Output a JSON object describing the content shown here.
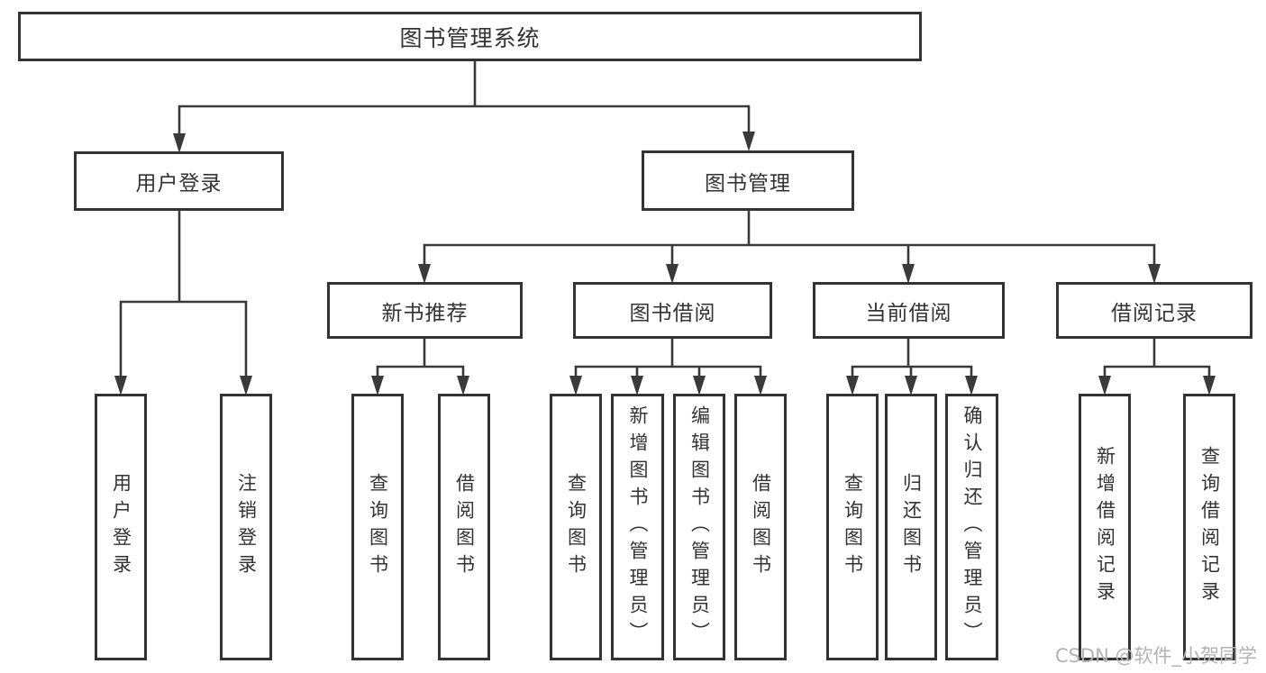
{
  "diagram": {
    "root": {
      "label": "图书管理系统"
    },
    "branches": [
      {
        "label": "用户登录",
        "children": [
          {
            "label": "用户登录"
          },
          {
            "label": "注销登录"
          }
        ]
      },
      {
        "label": "图书管理",
        "children": [
          {
            "label": "新书推荐",
            "children": [
              {
                "label": "查询图书"
              },
              {
                "label": "借阅图书"
              }
            ]
          },
          {
            "label": "图书借阅",
            "children": [
              {
                "label": "查询图书"
              },
              {
                "label": "新增图书（管理员）"
              },
              {
                "label": "编辑图书（管理员）"
              },
              {
                "label": "借阅图书"
              }
            ]
          },
          {
            "label": "当前借阅",
            "children": [
              {
                "label": "查询图书"
              },
              {
                "label": "归还图书"
              },
              {
                "label": "确认归还（管理员）"
              }
            ]
          },
          {
            "label": "借阅记录",
            "children": [
              {
                "label": "新增借阅记录"
              },
              {
                "label": "查询借阅记录"
              }
            ]
          }
        ]
      }
    ]
  },
  "watermark": {
    "text": "CSDN @软件_小贺同学"
  },
  "colors": {
    "line": "#3a3a3a",
    "text": "#333333",
    "box_background": "#ffffff",
    "watermark": "#b3b3b3"
  }
}
